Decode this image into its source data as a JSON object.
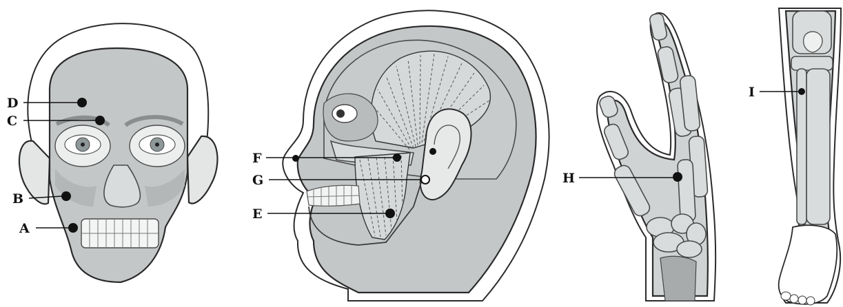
{
  "labels": {
    "A": "A",
    "B": "B",
    "C": "C",
    "D": "D",
    "E": "E",
    "F": "F",
    "G": "G",
    "H": "H",
    "I": "I"
  },
  "colors": {
    "skin": "#c4c7c8",
    "bone": "#d8dcdd",
    "ink": "#111111",
    "background": "#ffffff"
  }
}
